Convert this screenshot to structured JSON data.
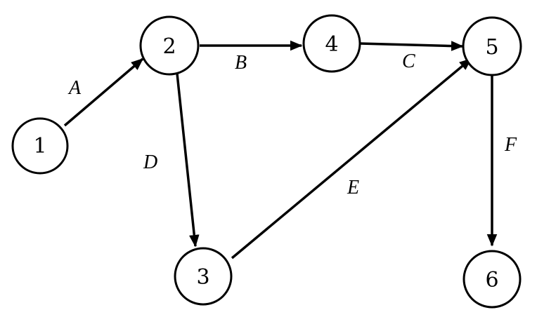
{
  "diagram": {
    "nodes": [
      {
        "id": "1",
        "label": "1"
      },
      {
        "id": "2",
        "label": "2"
      },
      {
        "id": "3",
        "label": "3"
      },
      {
        "id": "4",
        "label": "4"
      },
      {
        "id": "5",
        "label": "5"
      },
      {
        "id": "6",
        "label": "6"
      }
    ],
    "edges": [
      {
        "id": "A",
        "from": "1",
        "to": "2",
        "label": "A"
      },
      {
        "id": "B",
        "from": "2",
        "to": "4",
        "label": "B"
      },
      {
        "id": "C",
        "from": "4",
        "to": "5",
        "label": "C"
      },
      {
        "id": "D",
        "from": "2",
        "to": "3",
        "label": "D"
      },
      {
        "id": "E",
        "from": "3",
        "to": "5",
        "label": "E"
      },
      {
        "id": "F",
        "from": "5",
        "to": "6",
        "label": "F"
      }
    ]
  }
}
